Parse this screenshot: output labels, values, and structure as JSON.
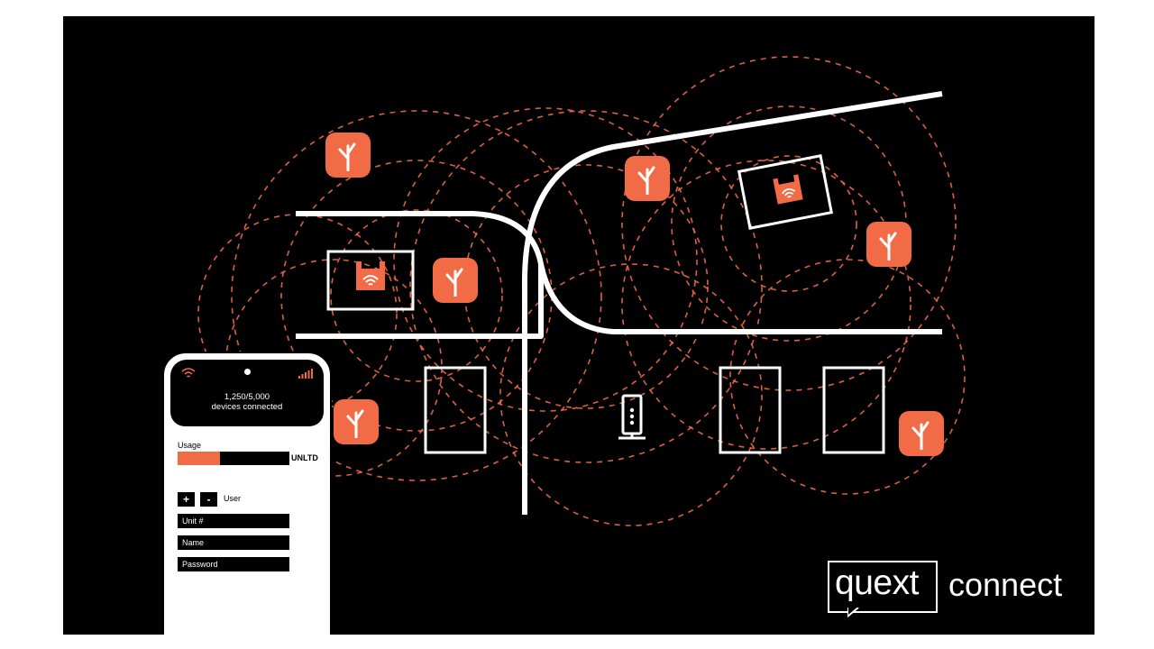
{
  "phone": {
    "devices_count": "1,250/5,000",
    "devices_label": "devices connected",
    "usage_label": "Usage",
    "usage_fill_fraction": 0.38,
    "usage_limit": "UNLTD",
    "add_button": "+",
    "remove_button": "-",
    "user_label": "User",
    "fields": [
      "Unit #",
      "Name",
      "Password"
    ]
  },
  "brand": {
    "logo_word": "quext",
    "logo_suffix": "connect"
  },
  "colors": {
    "accent": "#f26b47",
    "background": "#000000",
    "foreground": "#ffffff"
  },
  "icons": [
    "tree-icon",
    "router-wifi-icon",
    "smart-hub-icon",
    "wifi-icon",
    "signal-bars-icon"
  ]
}
